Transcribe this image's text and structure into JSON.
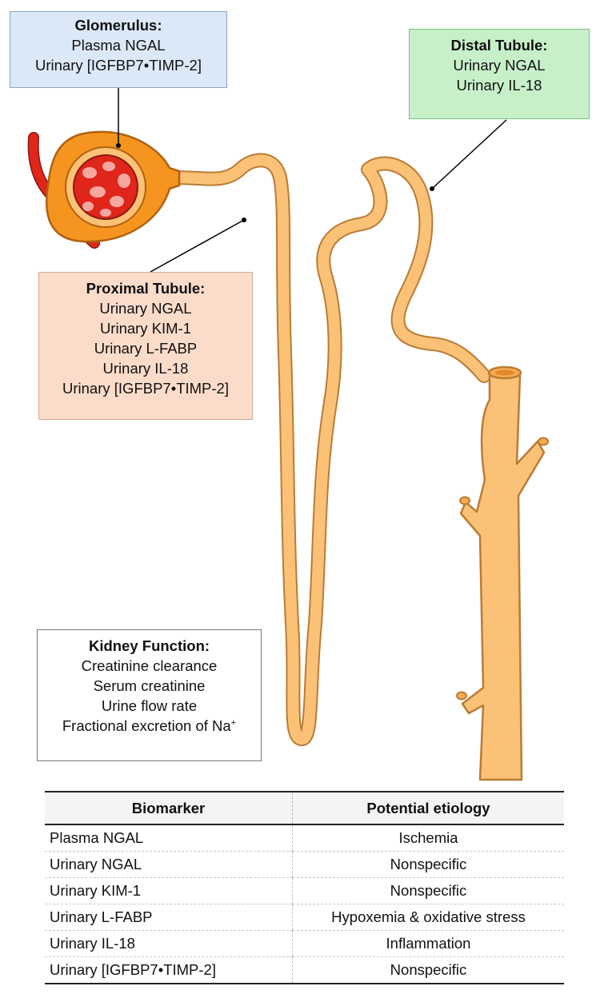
{
  "labels": {
    "glomerulus": {
      "title": "Glomerulus:",
      "lines": [
        "Plasma NGAL",
        "Urinary [IGFBP7•TIMP-2]"
      ]
    },
    "distal": {
      "title": "Distal Tubule:",
      "lines": [
        "Urinary NGAL",
        "Urinary IL-18"
      ]
    },
    "proximal": {
      "title": "Proximal Tubule:",
      "lines": [
        "Urinary NGAL",
        "Urinary KIM-1",
        "Urinary L-FABP",
        "Urinary IL-18",
        "Urinary [IGFBP7•TIMP-2]"
      ]
    },
    "kidney_function": {
      "title": "Kidney Function:",
      "lines": [
        "Creatinine clearance",
        "Serum creatinine",
        "Urine flow rate"
      ],
      "last_line": "Fractional excretion of Na",
      "last_sup": "+"
    }
  },
  "table": {
    "headers": [
      "Biomarker",
      "Potential etiology"
    ],
    "rows": [
      [
        "Plasma NGAL",
        "Ischemia"
      ],
      [
        "Urinary NGAL",
        "Nonspecific"
      ],
      [
        "Urinary KIM-1",
        "Nonspecific"
      ],
      [
        "Urinary L-FABP",
        "Hypoxemia & oxidative stress"
      ],
      [
        "Urinary IL-18",
        "Inflammation"
      ],
      [
        "Urinary [IGFBP7•TIMP-2]",
        "Nonspecific"
      ]
    ]
  },
  "colors": {
    "tubule": "#fbc176",
    "tubule_outline": "#b97c36",
    "capsule": "#f5941f",
    "blood": "#e0251b",
    "glomerulus_box": "#dbe8f7",
    "distal_box": "#c7f0c9",
    "proximal_box": "#fbdcca"
  }
}
